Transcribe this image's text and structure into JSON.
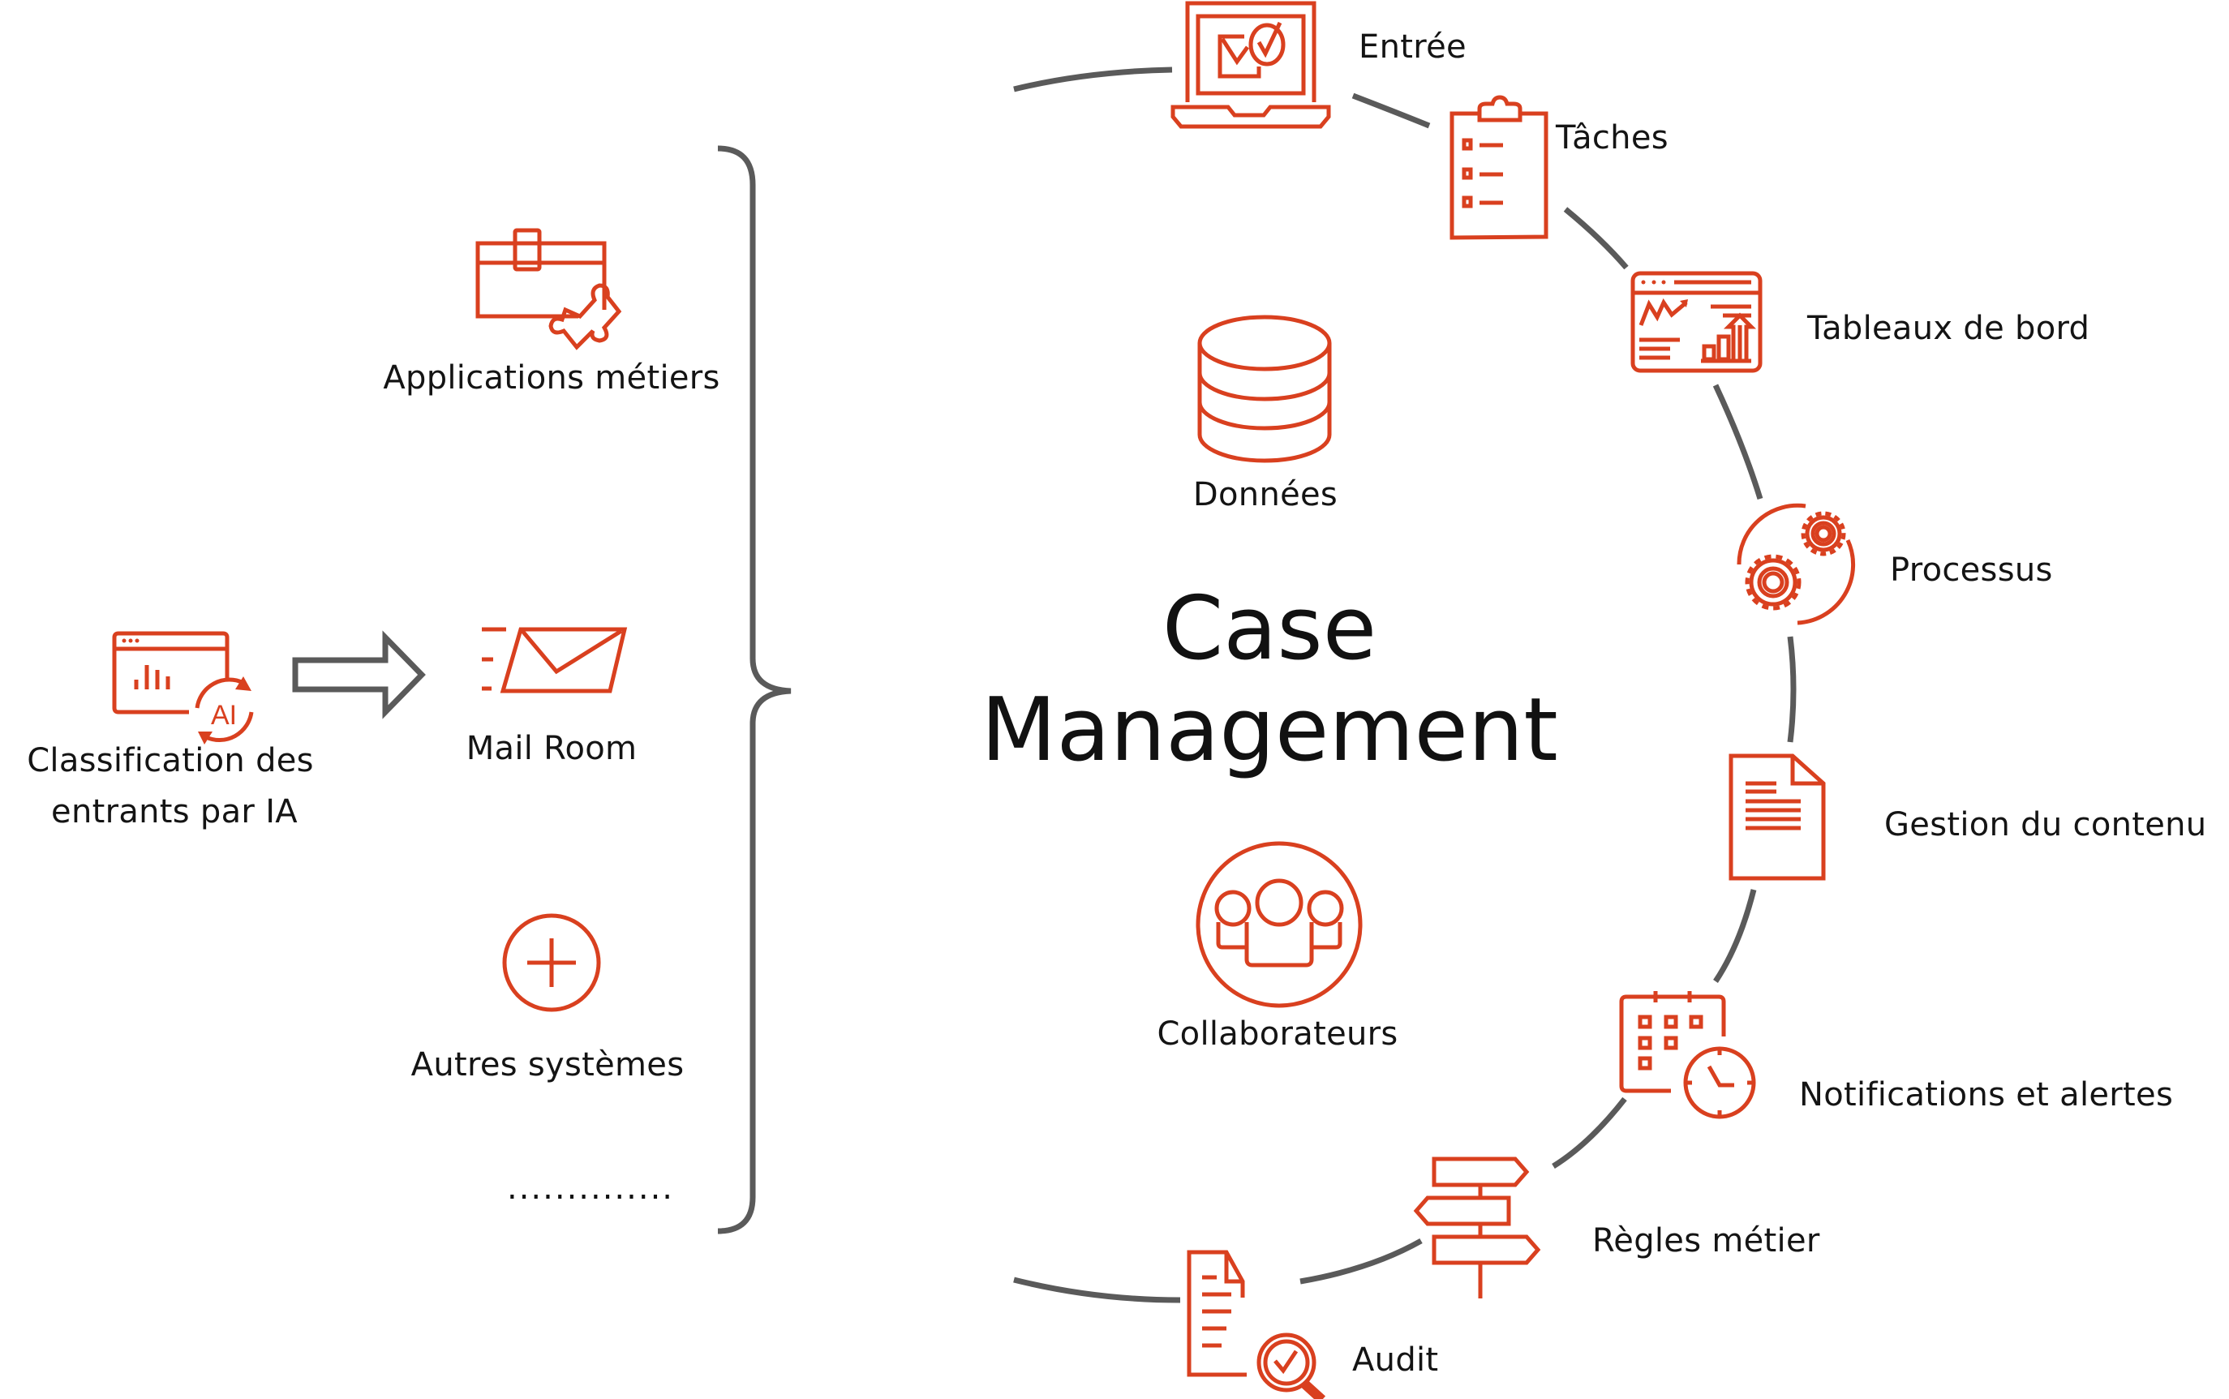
{
  "diagram": {
    "title_line1": "Case",
    "title_line2": "Management",
    "accent_color": "#d9401f",
    "connector_color": "#5a5a5a",
    "left_source": {
      "icon": "ai-classification-icon",
      "label_line1": "Classification des",
      "label_line2": "entrants par IA",
      "arrow": "arrow-right-icon"
    },
    "inputs": [
      {
        "icon": "briefcase-puzzle-icon",
        "label": "Applications métiers"
      },
      {
        "icon": "mail-room-icon",
        "label": "Mail Room"
      },
      {
        "icon": "plus-circle-icon",
        "label": "Autres systèmes"
      },
      {
        "icon": "ellipsis",
        "label": ".............."
      }
    ],
    "core": [
      {
        "icon": "database-icon",
        "label": "Données"
      },
      {
        "icon": "people-icon",
        "label": "Collaborateurs"
      }
    ],
    "cycle": [
      {
        "icon": "laptop-mail-check-icon",
        "label": "Entrée"
      },
      {
        "icon": "clipboard-checklist-icon",
        "label": "Tâches"
      },
      {
        "icon": "dashboard-icon",
        "label": "Tableaux de bord"
      },
      {
        "icon": "gears-icon",
        "label": "Processus"
      },
      {
        "icon": "document-icon",
        "label": "Gestion du contenu"
      },
      {
        "icon": "calendar-clock-icon",
        "label": "Notifications et alertes"
      },
      {
        "icon": "signpost-icon",
        "label": "Règles métier"
      },
      {
        "icon": "audit-document-icon",
        "label": "Audit"
      }
    ]
  }
}
